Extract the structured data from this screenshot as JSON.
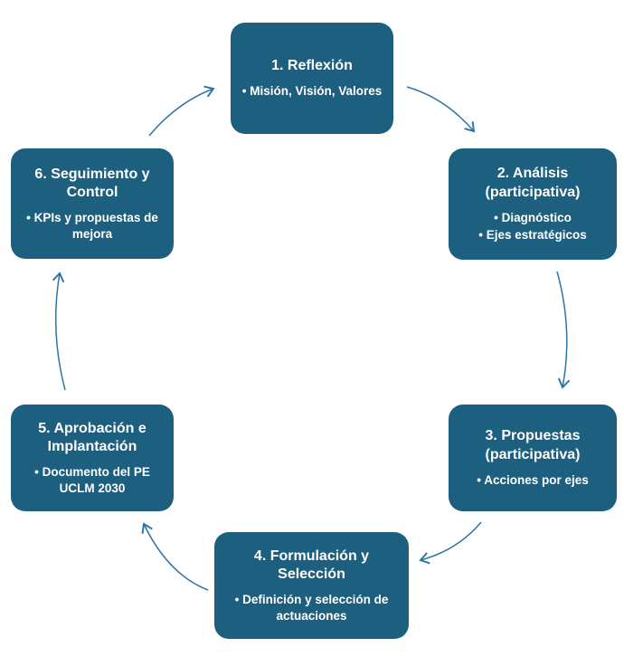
{
  "diagram": {
    "type": "cycle",
    "direction": "clockwise",
    "accent_color": "#1d5f7e",
    "arrow_color": "#2e75a6",
    "text_color": "#ffffff",
    "nodes": [
      {
        "id": 1,
        "title": "1. Reflexión",
        "bullets": [
          "• Misión, Visión, Valores"
        ]
      },
      {
        "id": 2,
        "title": "2. Análisis (participativa)",
        "bullets": [
          "• Diagnóstico",
          "• Ejes estratégicos"
        ]
      },
      {
        "id": 3,
        "title": "3. Propuestas (participativa)",
        "bullets": [
          "• Acciones por ejes"
        ]
      },
      {
        "id": 4,
        "title": "4. Formulación y Selección",
        "bullets": [
          "• Definición y selección de actuaciones"
        ]
      },
      {
        "id": 5,
        "title": "5. Aprobación e Implantación",
        "bullets": [
          "• Documento del PE UCLM 2030"
        ]
      },
      {
        "id": 6,
        "title": "6. Seguimiento y Control",
        "bullets": [
          "• KPIs y propuestas de mejora"
        ]
      }
    ],
    "arrows": [
      {
        "from": 1,
        "to": 2
      },
      {
        "from": 2,
        "to": 3
      },
      {
        "from": 3,
        "to": 4
      },
      {
        "from": 4,
        "to": 5
      },
      {
        "from": 5,
        "to": 6
      },
      {
        "from": 6,
        "to": 1
      }
    ]
  }
}
